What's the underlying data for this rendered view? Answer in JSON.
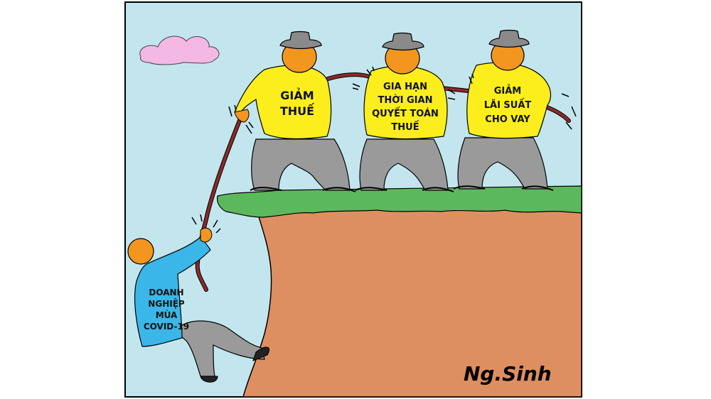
{
  "figures": {
    "left": {
      "lines": [
        "GIẢM",
        "THUẾ"
      ]
    },
    "middle": {
      "lines": [
        "GIA HẠN",
        "THỜI GIAN",
        "QUYẾT TOÁN",
        "THUẾ"
      ]
    },
    "right": {
      "lines": [
        "GIẢM",
        "LÃI SUẤT",
        "CHO VAY"
      ]
    },
    "hanging": {
      "lines": [
        "DOANH",
        "NGHIỆP",
        "MÙA",
        "COVID-19"
      ]
    }
  },
  "signature": "Ng.Sinh",
  "colors": {
    "sky": "#c3e6ee",
    "cloud": "#f4b8e4",
    "shirt_yellow": "#fbee1c",
    "shirt_blue": "#3bb6e8",
    "pants_gray": "#9a9a9a",
    "head_orange": "#f3961f",
    "hat_gray": "#8a8a8a",
    "cliff": "#de8f62",
    "grass": "#5cb85c",
    "rope": "#8a2a2a"
  }
}
